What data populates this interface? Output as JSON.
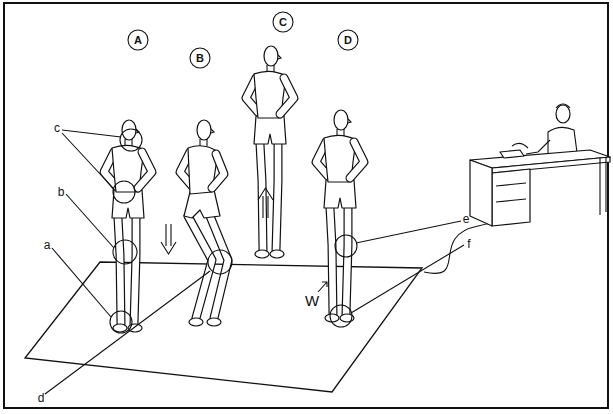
{
  "diagram": {
    "nodes": [
      {
        "text": [
          "A"
        ]
      },
      {
        "text": [
          "B"
        ]
      },
      {
        "text": [
          "C"
        ]
      },
      {
        "text": [
          "D"
        ]
      }
    ],
    "labels": [
      "c",
      "b",
      "a",
      "d",
      "e",
      "f",
      "W"
    ]
  }
}
